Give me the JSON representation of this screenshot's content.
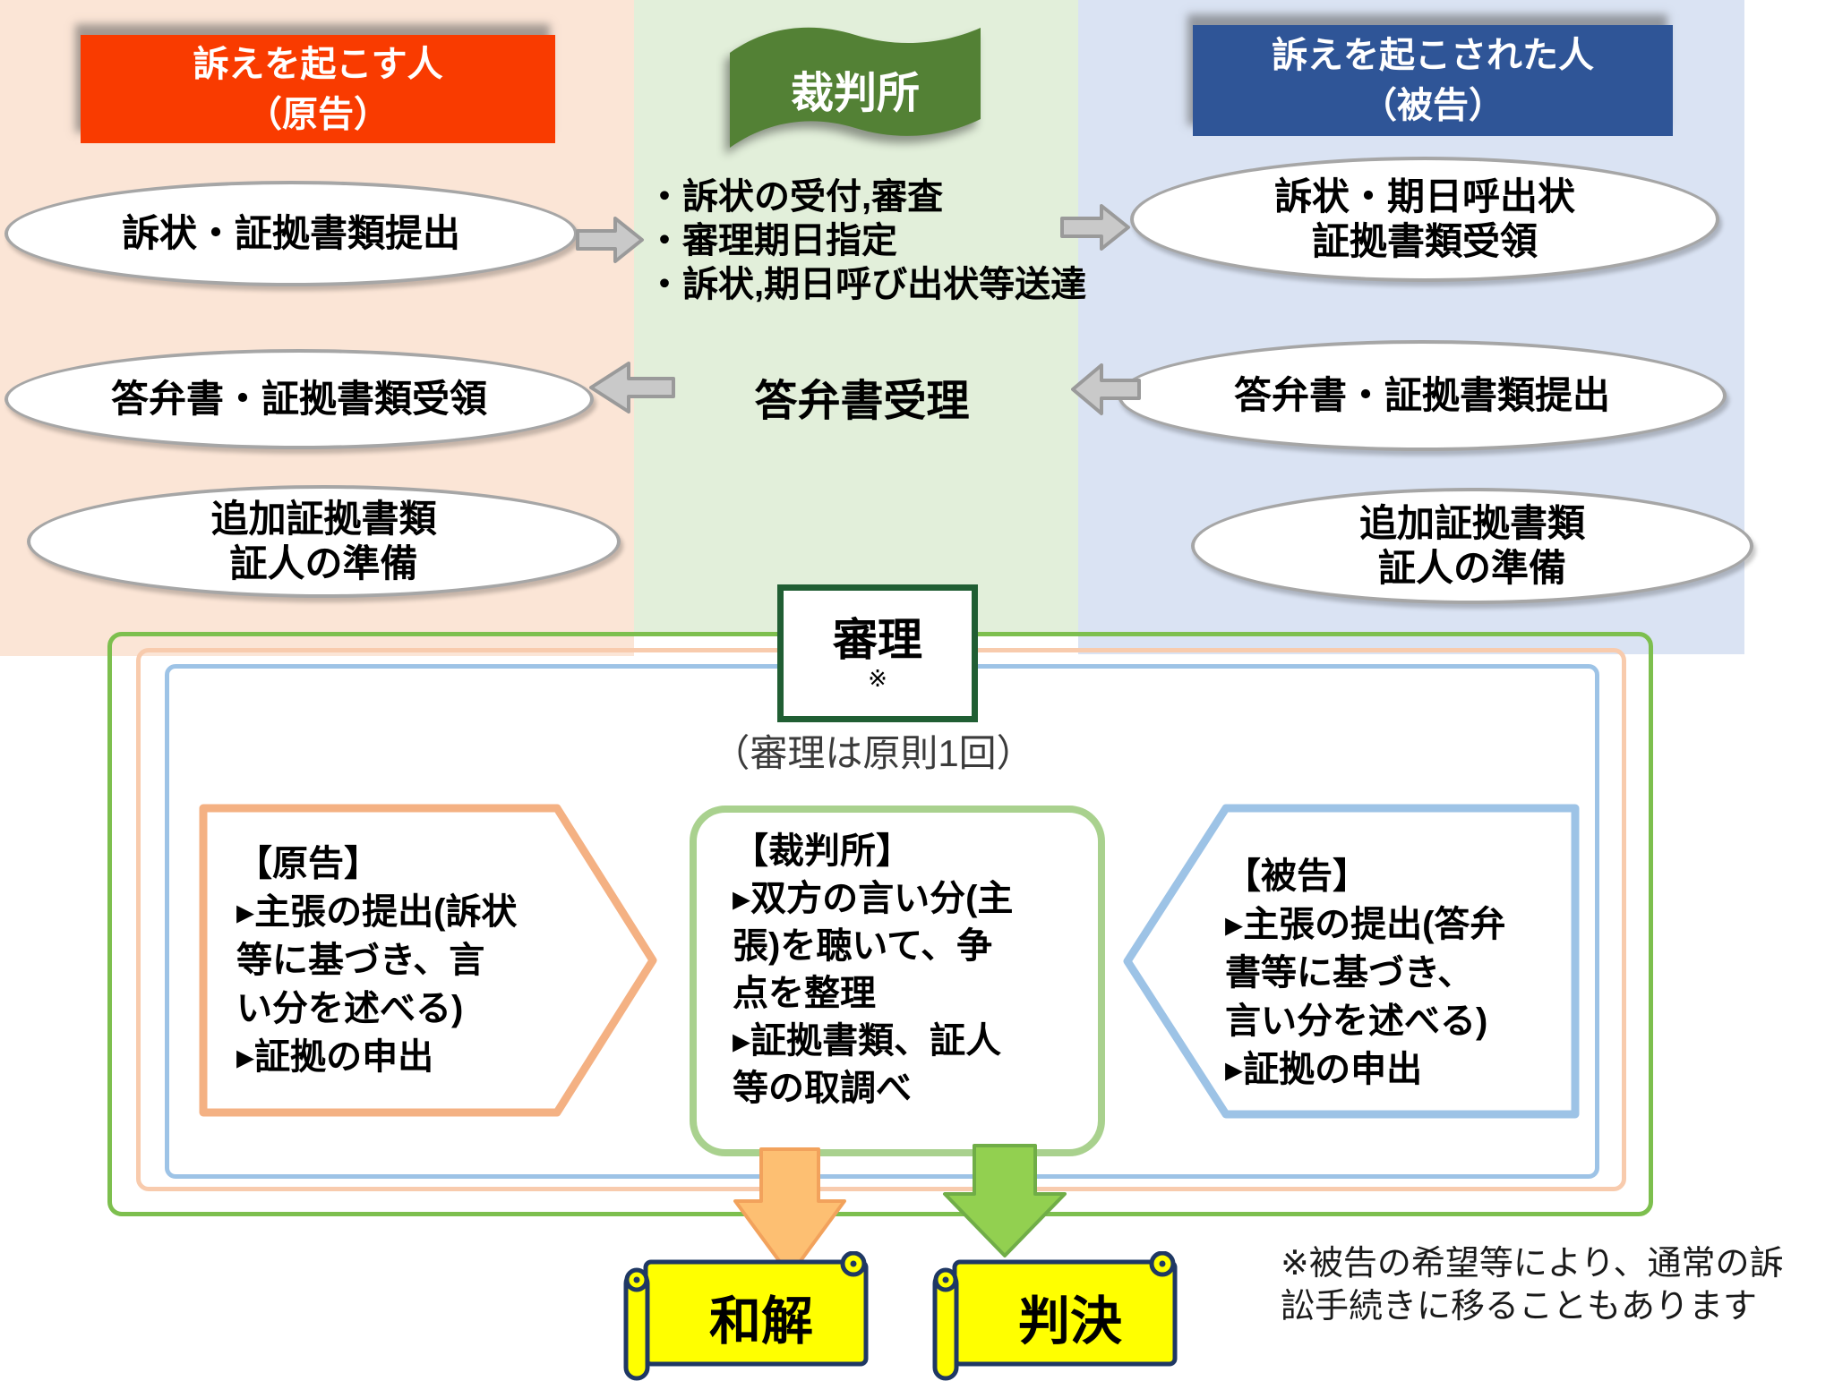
{
  "plaintiff": {
    "title_line1": "訴えを起こす人",
    "title_line2": "（原告）",
    "step1": "訴状・証拠書類提出",
    "step2": "答弁書・証拠書類受領",
    "step3_line1": "追加証拠書類",
    "step3_line2": "証人の準備"
  },
  "court": {
    "title": "裁判所",
    "bullet1": "・訴状の受付,審査",
    "bullet2": "・審理期日指定",
    "bullet3": "・訴状,期日呼び出状等送達",
    "receive_answer": "答弁書受理"
  },
  "defendant": {
    "title_line1": "訴えを起こされた人",
    "title_line2": "（被告）",
    "step1_line1": "訴状・期日呼出状",
    "step1_line2": "証拠書類受領",
    "step2": "答弁書・証拠書類提出",
    "step3_line1": "追加証拠書類",
    "step3_line2": "証人の準備"
  },
  "trial": {
    "title": "審理",
    "ref_mark": "※",
    "caption": "（審理は原則1回）",
    "plaintiff_lines": [
      "【原告】",
      "▸主張の提出(訴状",
      "等に基づき、言",
      "い分を述べる)",
      "▸証拠の申出"
    ],
    "court_lines": [
      "【裁判所】",
      "▸双方の言い分(主",
      "張)を聴いて、争",
      "点を整理",
      "▸証拠書類、証人",
      "等の取調べ"
    ],
    "defendant_lines": [
      "【被告】",
      "▸主張の提出(答弁",
      "書等に基づき、",
      "言い分を述べる)",
      "▸証拠の申出"
    ]
  },
  "outcomes": {
    "settlement": "和解",
    "judgment": "判決"
  },
  "footnote": {
    "line1": "※被告の希望等により、通常の訴",
    "line2": "訟手続きに移ることもあります"
  },
  "colors": {
    "plaintiff_bg": "#fbe5d6",
    "court_bg": "#e2efda",
    "defendant_bg": "#dae3f3",
    "plaintiff_header_bg": "#f93b00",
    "defendant_header_bg": "#2f5597",
    "court_flag": "#538135",
    "ellipse_border": "#a6a6a6",
    "arrow_gray": "#c9c9c9",
    "arrow_gray_border": "#9a9a9a",
    "trial_border": "#205e33",
    "outer_border_green": "#7dbf4e",
    "mid_border_orange": "#f8cbad",
    "inner_border_blue": "#9dc3e6",
    "pentagon_left_border": "#f4b183",
    "center_panel_border": "#a9d18e",
    "pentagon_right_border": "#9dc3e6",
    "down_arrow_orange": "#fdbf72",
    "down_arrow_orange_border": "#f2a25c",
    "down_arrow_green": "#92d050",
    "down_arrow_green_border": "#70ad47",
    "scroll_fill": "#ffff00",
    "scroll_border": "#1f3864"
  }
}
